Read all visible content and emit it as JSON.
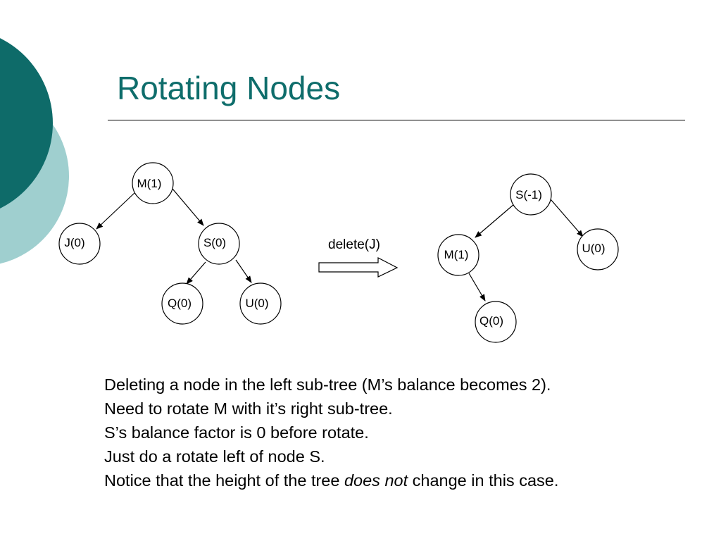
{
  "slide": {
    "title": "Rotating Nodes",
    "colors": {
      "title": "#0e6d6b",
      "shape_dark": "#0e6b69",
      "shape_light": "#9fcfcf"
    }
  },
  "diagram": {
    "before_tree": {
      "nodes": [
        {
          "id": "b-m",
          "label": "M(1)"
        },
        {
          "id": "b-j",
          "label": "J(0)"
        },
        {
          "id": "b-s",
          "label": "S(0)"
        },
        {
          "id": "b-q",
          "label": "Q(0)"
        },
        {
          "id": "b-u",
          "label": "U(0)"
        }
      ],
      "edges": [
        [
          "M(1)",
          "J(0)"
        ],
        [
          "M(1)",
          "S(0)"
        ],
        [
          "S(0)",
          "Q(0)"
        ],
        [
          "S(0)",
          "U(0)"
        ]
      ]
    },
    "operation_label": "delete(J)",
    "after_tree": {
      "nodes": [
        {
          "id": "a-s",
          "label": "S(-1)"
        },
        {
          "id": "a-m",
          "label": "M(1)"
        },
        {
          "id": "a-u",
          "label": "U(0)"
        },
        {
          "id": "a-q",
          "label": "Q(0)"
        }
      ],
      "edges": [
        [
          "S(-1)",
          "M(1)"
        ],
        [
          "S(-1)",
          "U(0)"
        ],
        [
          "M(1)",
          "Q(0)"
        ]
      ]
    }
  },
  "text": {
    "line1": "Deleting a node in the left sub-tree (M’s balance becomes 2).",
    "line2": "Need to rotate M with it’s right sub-tree.",
    "line3": "S’s balance factor is 0 before rotate.",
    "line4": "Just do a rotate left of node S.",
    "line5_before": "Notice that the height of the tree ",
    "line5_emphasis": "does not",
    "line5_after": " change in this case."
  }
}
